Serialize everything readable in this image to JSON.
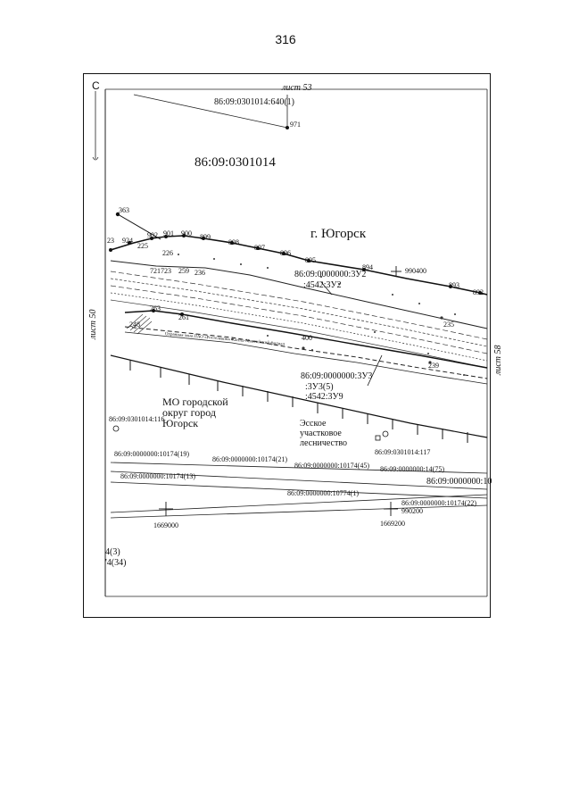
{
  "page": {
    "number": "316"
  },
  "map": {
    "north_letter": "С",
    "sheets": {
      "top": "лист 53",
      "left": "лист 50",
      "right": "лист 58"
    },
    "quarter_main": "86:09:0301014",
    "city": "г. Югорск",
    "parcel_top": "86:09:0301014:640(1)",
    "parcels_road": [
      "86:09:0000000:3У2",
      ":4542:3У2"
    ],
    "parcels_mid": [
      "86:09:0000000:3У3",
      ":3У3(5)",
      ":4542:3У9"
    ],
    "municipality": [
      "МО городской",
      "округ город",
      "Югорск"
    ],
    "municipality_parcel": "86:09:0301014:116",
    "forestry": [
      "Эсское",
      "участковое",
      "лесничество"
    ],
    "lower_parcels": {
      "p117": "86:09:0301014:117",
      "p19": "86:09:0000000:10174(19)",
      "p21": "86:09:0000000:10174(21)",
      "p45": "86:09:0000000:10174(45)",
      "p75": "86:09:0000000:14(75)",
      "p13": "86:09:0000000:10174(13)",
      "p1": "86:09:0000000:10774(1)",
      "p22": "86:09:0000000:10174(22)",
      "p_right": "86:09:0000000:10"
    },
    "coords": {
      "y990400": "990400",
      "y990200": "990200",
      "x1669000": "1669000",
      "x1669200": "1669200"
    },
    "edge_labels": [
      "4(3)",
      "'4(34)"
    ],
    "pipeline_caption": "Охранная зона ПАО «Ростелеком» Ханты-Мансийский филиал",
    "points": {
      "p971": "971",
      "p363": "363",
      "p23": "23",
      "p924": "924",
      "p902": "902",
      "p901": "901",
      "p900": "900",
      "p899": "899",
      "p898": "898",
      "p897": "897",
      "p896": "896",
      "p895": "895",
      "p894": "894",
      "p893": "893",
      "p892": "892",
      "p225": "225",
      "p226": "226",
      "p721": "721",
      "p723": "723",
      "p259": "259",
      "p236": "236",
      "p263": "263",
      "p261": "261",
      "p248": "248",
      "p235": "235",
      "p239": "239",
      "p400": "400"
    }
  }
}
